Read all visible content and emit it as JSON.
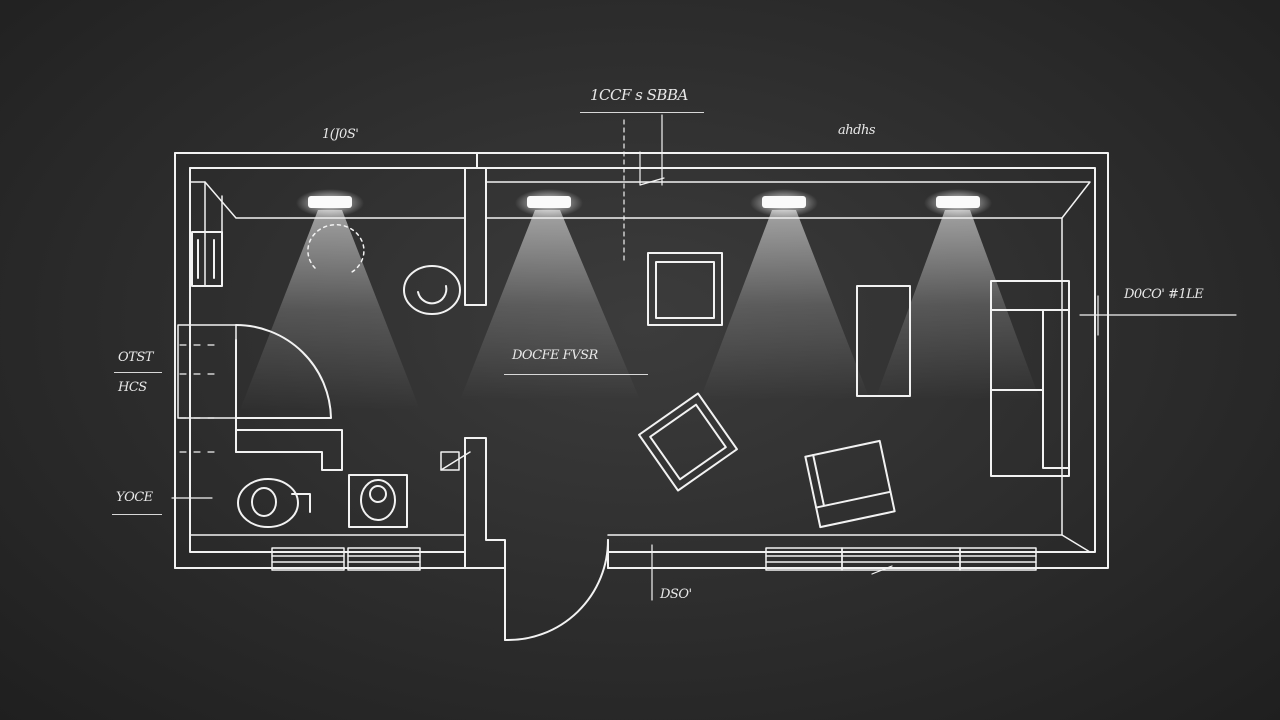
{
  "labels": {
    "top_center": "1CCF s SBBA",
    "top_left": "1(J0S'",
    "top_right": "ahdhs",
    "center_room": "DOCFE FVSR",
    "right_side": "D0CO' #1LE",
    "left_upper_line1": "OTST",
    "left_upper_line2": "HCS",
    "left_lower": "YOCE",
    "bottom_dim": "DSO'"
  },
  "colors": {
    "line": "#f2f2f2",
    "background": "#2e2e2e",
    "light": "#ffffff"
  },
  "icons": [
    "ceiling-light-icon",
    "armchair-icon",
    "sofa-icon",
    "table-icon",
    "toilet-icon",
    "sink-icon",
    "door-swing-icon"
  ]
}
